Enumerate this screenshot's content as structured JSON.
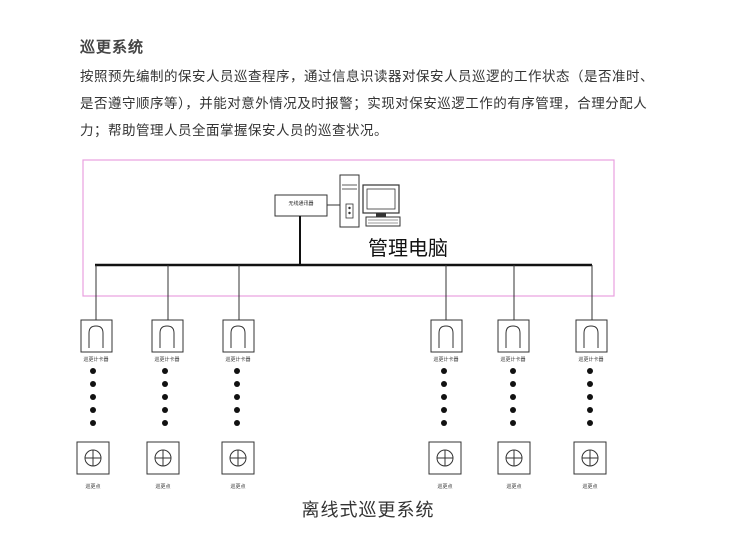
{
  "section": {
    "title": "巡更系统",
    "description": "按照预先编制的保安人员巡查程序，通过信息识读器对保安人员巡逻的工作状态（是否准时、是否遵守顺序等），并能对意外情况及时报警；实现对保安巡逻工作的有序管理，合理分配人力；帮助管理人员全面掌握保安人员的巡查状况。"
  },
  "diagram": {
    "computer_label": "管理电脑",
    "comm_device_label": "无线通讯器",
    "reader_label": "巡更计卡器",
    "point_label": "巡更点",
    "caption": "离线式巡更系统",
    "accent_color": "#e8a0e0"
  }
}
